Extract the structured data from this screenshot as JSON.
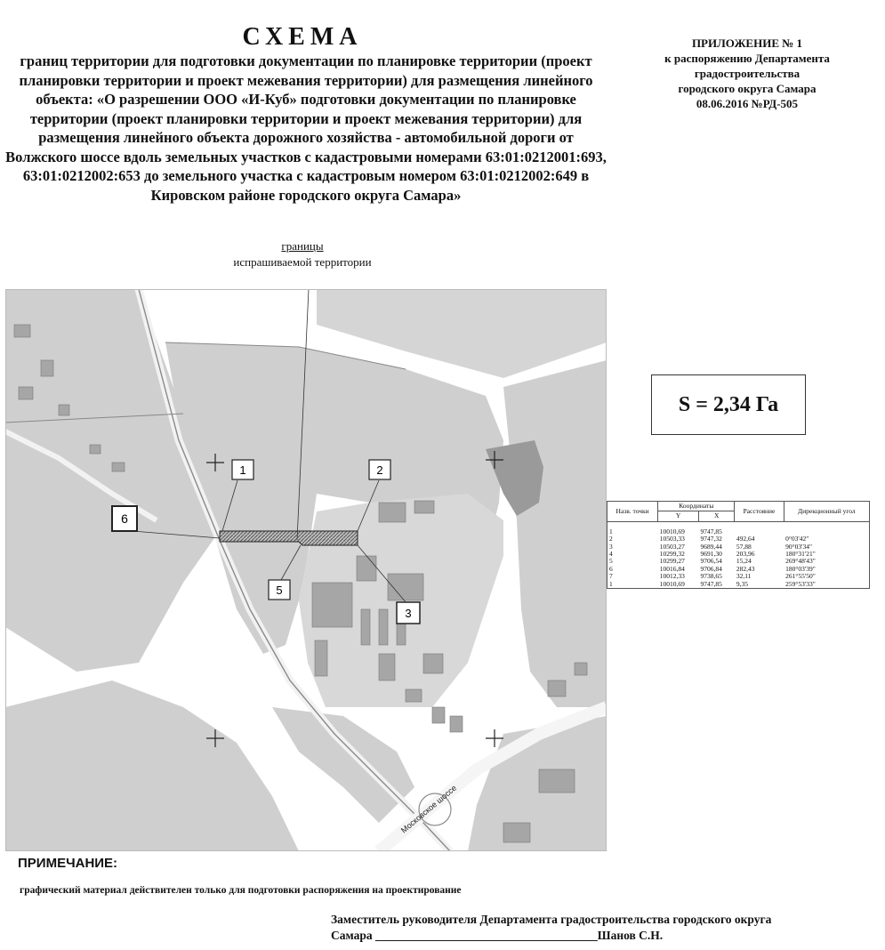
{
  "title": "СХЕМА",
  "subtitle": "границ территории для подготовки документации по планировке территории (проект планировки территории и проект межевания территории) для размещения линейного объекта: «О разрешении ООО «И-Куб» подготовки документации по планировке территории (проект планировки территории и проект межевания территории) для размещения линейного объекта дорожного хозяйства - автомобильной дороги от Волжского шоссе вдоль земельных участков с кадастровыми номерами 63:01:0212001:693, 63:01:0212002:653 до земельного участка с кадастровым номером 63:01:0212002:649 в Кировском районе городского округа Самара»",
  "appendix": {
    "line1": "ПРИЛОЖЕНИЕ № 1",
    "line2": "к распоряжению Департамента",
    "line3": "градостроительства",
    "line4": "городского округа Самара",
    "line5": "08.06.2016 №РД-505"
  },
  "legend": {
    "line1": "границы",
    "line2": "испрашиваемой территории"
  },
  "area": "S = 2,34 Га",
  "map": {
    "point_labels": [
      "1",
      "2",
      "3",
      "5",
      "6"
    ],
    "road_label": "Московское шоссе",
    "colors": {
      "land": "#cfcfcf",
      "road": "#ffffff",
      "building": "#a6a6a6",
      "hatch": "#777777"
    }
  },
  "table": {
    "headers": {
      "point": "Назв. точки",
      "coords": "Координаты",
      "y": "Y",
      "x": "X",
      "distance": "Расстояние",
      "angle": "Дирекционный угол"
    },
    "rows": [
      {
        "n": "1",
        "y": "10010,69",
        "x": "9747,85",
        "d": "",
        "a": ""
      },
      {
        "n": "2",
        "y": "10503,33",
        "x": "9747,32",
        "d": "492,64",
        "a": "0°03'42\""
      },
      {
        "n": "3",
        "y": "10503,27",
        "x": "9689,44",
        "d": "57,88",
        "a": "90°03'34\""
      },
      {
        "n": "4",
        "y": "10299,32",
        "x": "9691,30",
        "d": "203,96",
        "a": "180°31'21\""
      },
      {
        "n": "5",
        "y": "10299,27",
        "x": "9706,54",
        "d": "15,24",
        "a": "269°48'43\""
      },
      {
        "n": "6",
        "y": "10016,84",
        "x": "9706,84",
        "d": "282,43",
        "a": "180°03'39\""
      },
      {
        "n": "7",
        "y": "10012,33",
        "x": "9738,65",
        "d": "32,11",
        "a": "261°55'50\""
      },
      {
        "n": "1",
        "y": "10010,69",
        "x": "9747,85",
        "d": "9,35",
        "a": "259°53'33\""
      }
    ]
  },
  "note": {
    "title": "ПРИМЕЧАНИЕ:",
    "text": "графический материал действителен только для подготовки распоряжения на проектирование"
  },
  "signature": {
    "line1": "Заместитель руководителя Департамента градостроительства городского округа",
    "line2_prefix": "Самара",
    "line2_line": "_____________________________________",
    "line2_name": "Шанов С.Н."
  }
}
